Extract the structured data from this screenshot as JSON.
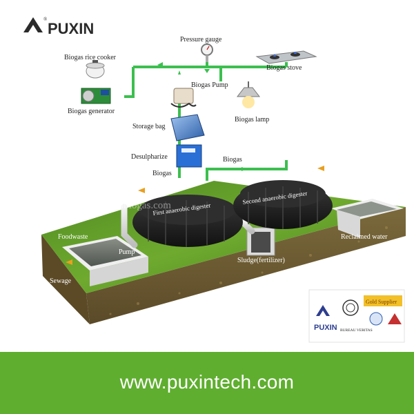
{
  "brand": {
    "name": "PUXIN",
    "registered_mark": "®",
    "colors": {
      "green": "#5fae2f",
      "dark_text": "#2b2b2b",
      "pipe_green": "#3cbf4f"
    }
  },
  "labels": {
    "pressure_gauge": "Pressure gauge",
    "biogas_rice_cooker": "Biogas rice cooker",
    "biogas_stove": "Biogas stove",
    "biogas_pump": "Biogas Pump",
    "biogas_generator": "Biogas generator",
    "biogas_lamp": "Biogas lamp",
    "storage_bag": "Storage bag",
    "desulpharize": "Desulpharize",
    "biogas_upper": "Biogas",
    "biogas_left": "Biogas",
    "first_digester": "First anaerobic digester",
    "second_digester": "Second anaerobic digester",
    "foodwaste": "Foodwaste",
    "pump": "Pump",
    "sewage": "Sewage",
    "sludge": "Sludge(fertilizer)",
    "reclaimed_water": "Reclaimed water"
  },
  "watermark": "puxinbiogas.com",
  "cert_badge": {
    "brand": "PUXIN",
    "gold_supplier": "Gold Supplier",
    "bureau_veritas": "BUREAU VERITAS"
  },
  "footer": {
    "url": "www.puxintech.com"
  }
}
